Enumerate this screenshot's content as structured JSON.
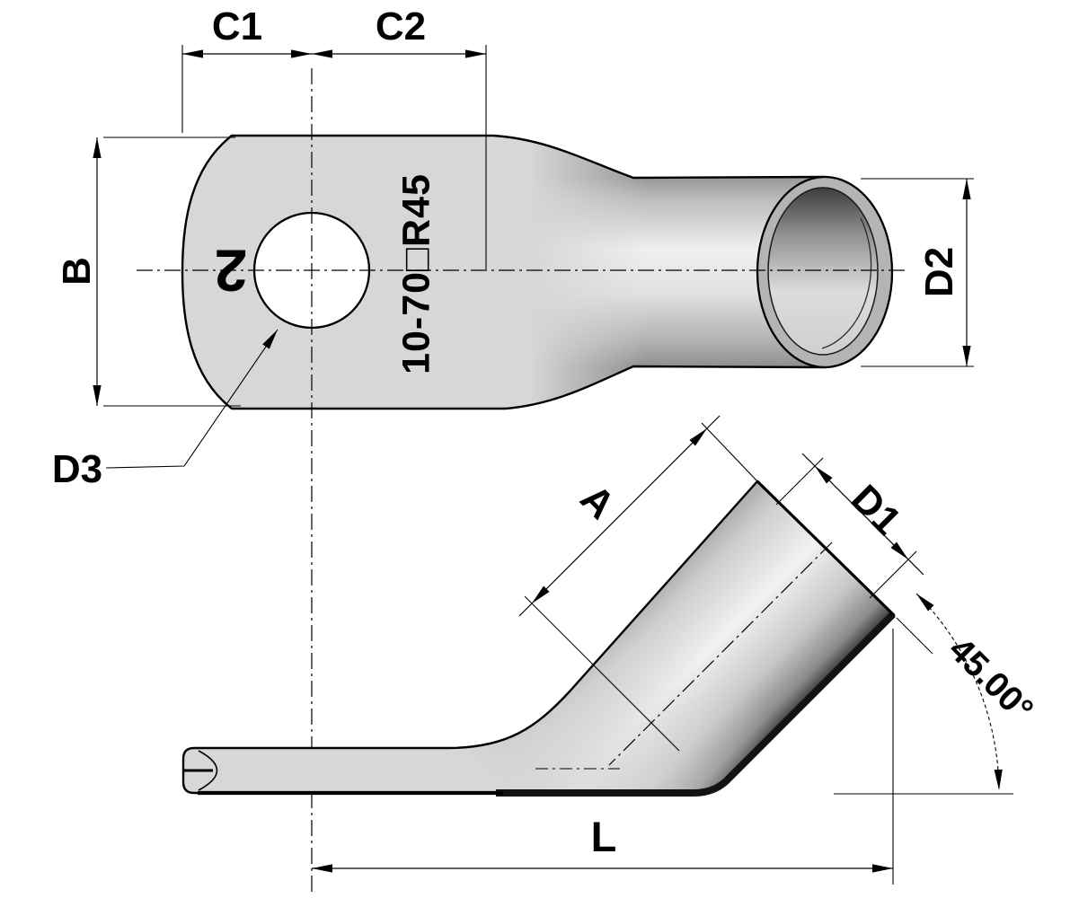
{
  "drawing": {
    "title": "45-degree angled tube cable lug technical drawing",
    "views": [
      "top-face-view",
      "side-profile-view"
    ]
  },
  "top_view": {
    "c1": "C1",
    "c2": "C2",
    "b": "B",
    "d2": "D2",
    "d3": "D3",
    "stamp": "2",
    "marking": "10-70□R45"
  },
  "side_view": {
    "a": "A",
    "d1": "D1",
    "l": "L",
    "angle": "45.00°"
  },
  "colors": {
    "body": "#d7d7d7",
    "rim": "#b4b4b4",
    "hole": "#ffffff",
    "line": "#000000",
    "background": "#ffffff"
  }
}
